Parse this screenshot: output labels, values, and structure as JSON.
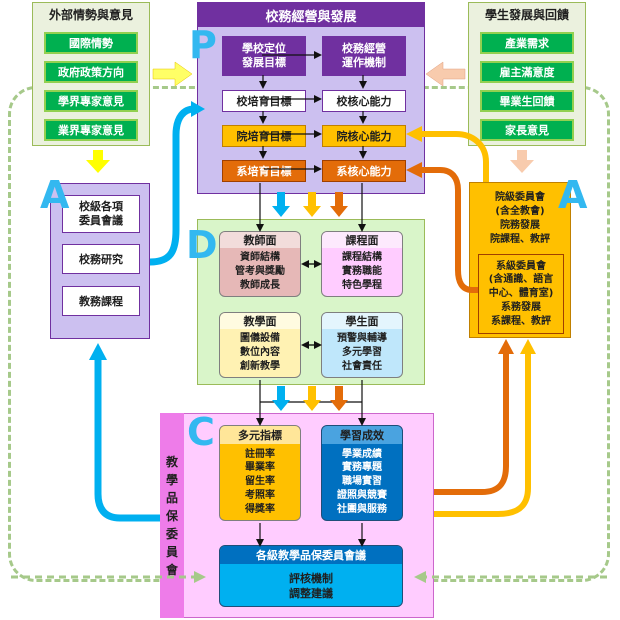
{
  "external": {
    "title": "外部情勢與意見",
    "items": [
      "國際情勢",
      "政府政策方向",
      "學界專家意見",
      "業界專家意見"
    ]
  },
  "student": {
    "title": "學生發展與回饋",
    "items": [
      "產業需求",
      "雇主滿意度",
      "畢業生回饋",
      "家長意見"
    ]
  },
  "p_section": {
    "title": "校務經營與發展",
    "letter": "P",
    "items": [
      "學校定位\n發展目標",
      "校務經營\n運作機制",
      "校培育目標",
      "校核心能力",
      "院培育目標",
      "院核心能力",
      "系培育目標",
      "系核心能力"
    ]
  },
  "left_a": {
    "letter": "A",
    "items": [
      "校級各項\n委員會議",
      "校務研究",
      "教務課程"
    ]
  },
  "right_a": {
    "letter": "A",
    "college": "院級委員會\n(含全教會)\n院務發展\n院課程、教評",
    "dept": "系級委員會\n(含通識、語言\n中心、體育室)\n系務發展\n系課程、教評"
  },
  "d_section": {
    "letter": "D",
    "teacher": {
      "title": "教師面",
      "body": "資師結構\n管考與獎勵\n教師成長"
    },
    "course": {
      "title": "課程面",
      "body": "課程結構\n實務職能\n特色學程"
    },
    "teaching": {
      "title": "教學面",
      "body": "圖儀設備\n數位內容\n創新教學"
    },
    "student": {
      "title": "學生面",
      "body": "預警與輔導\n多元學習\n社會責任"
    }
  },
  "c_section": {
    "letter": "C",
    "side": "教\n學\n品\n保\n委\n員\n會",
    "indicators": {
      "title": "多元指標",
      "body": "註冊率\n畢業率\n留生率\n考照率\n得獎率"
    },
    "outcomes": {
      "title": "學習成效",
      "body": "學業成績\n實務專題\n職場實習\n證照與競賽\n社團與服務"
    },
    "committee": {
      "title": "各級教學品保委員會議",
      "body": "評核機制\n調整建議"
    }
  },
  "colors": {
    "purple": "#7030a0",
    "orange": "#ffc000",
    "dark_orange": "#e36c09",
    "sky": "#00b0f0",
    "blue": "#0070c0",
    "green_dash": "#a6c98a"
  }
}
